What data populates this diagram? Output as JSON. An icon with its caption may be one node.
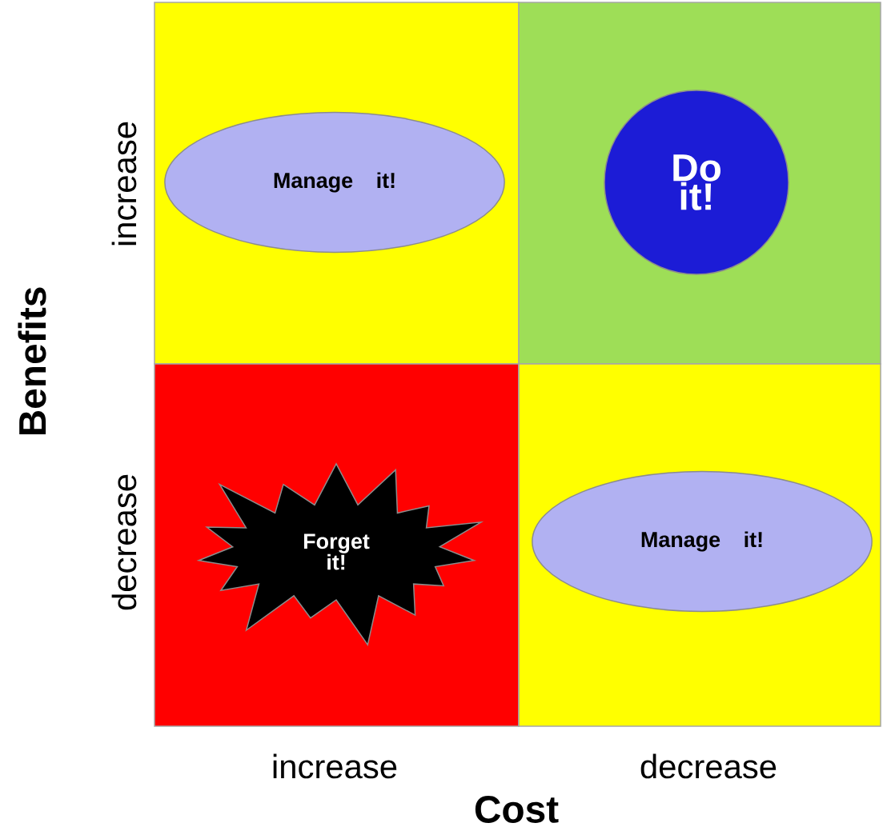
{
  "diagram": {
    "nodes": [
      {
        "text": [],
        "shape": "box"
      },
      {
        "text": [
          "Manage it!"
        ],
        "in": 0
      },
      {
        "text": [],
        "shape": "box"
      },
      {
        "text": [
          "Do it!"
        ],
        "in": 2
      },
      {
        "text": [],
        "shape": "box"
      },
      {
        "text": [
          "Forget it!"
        ],
        "in": 4
      },
      {
        "text": [],
        "shape": "box"
      },
      {
        "text": [
          "Manage it!"
        ],
        "in": 6
      }
    ],
    "labels": [
      "increase",
      "Benefits",
      "decrease",
      "increase",
      "decrease",
      "Cost"
    ]
  }
}
